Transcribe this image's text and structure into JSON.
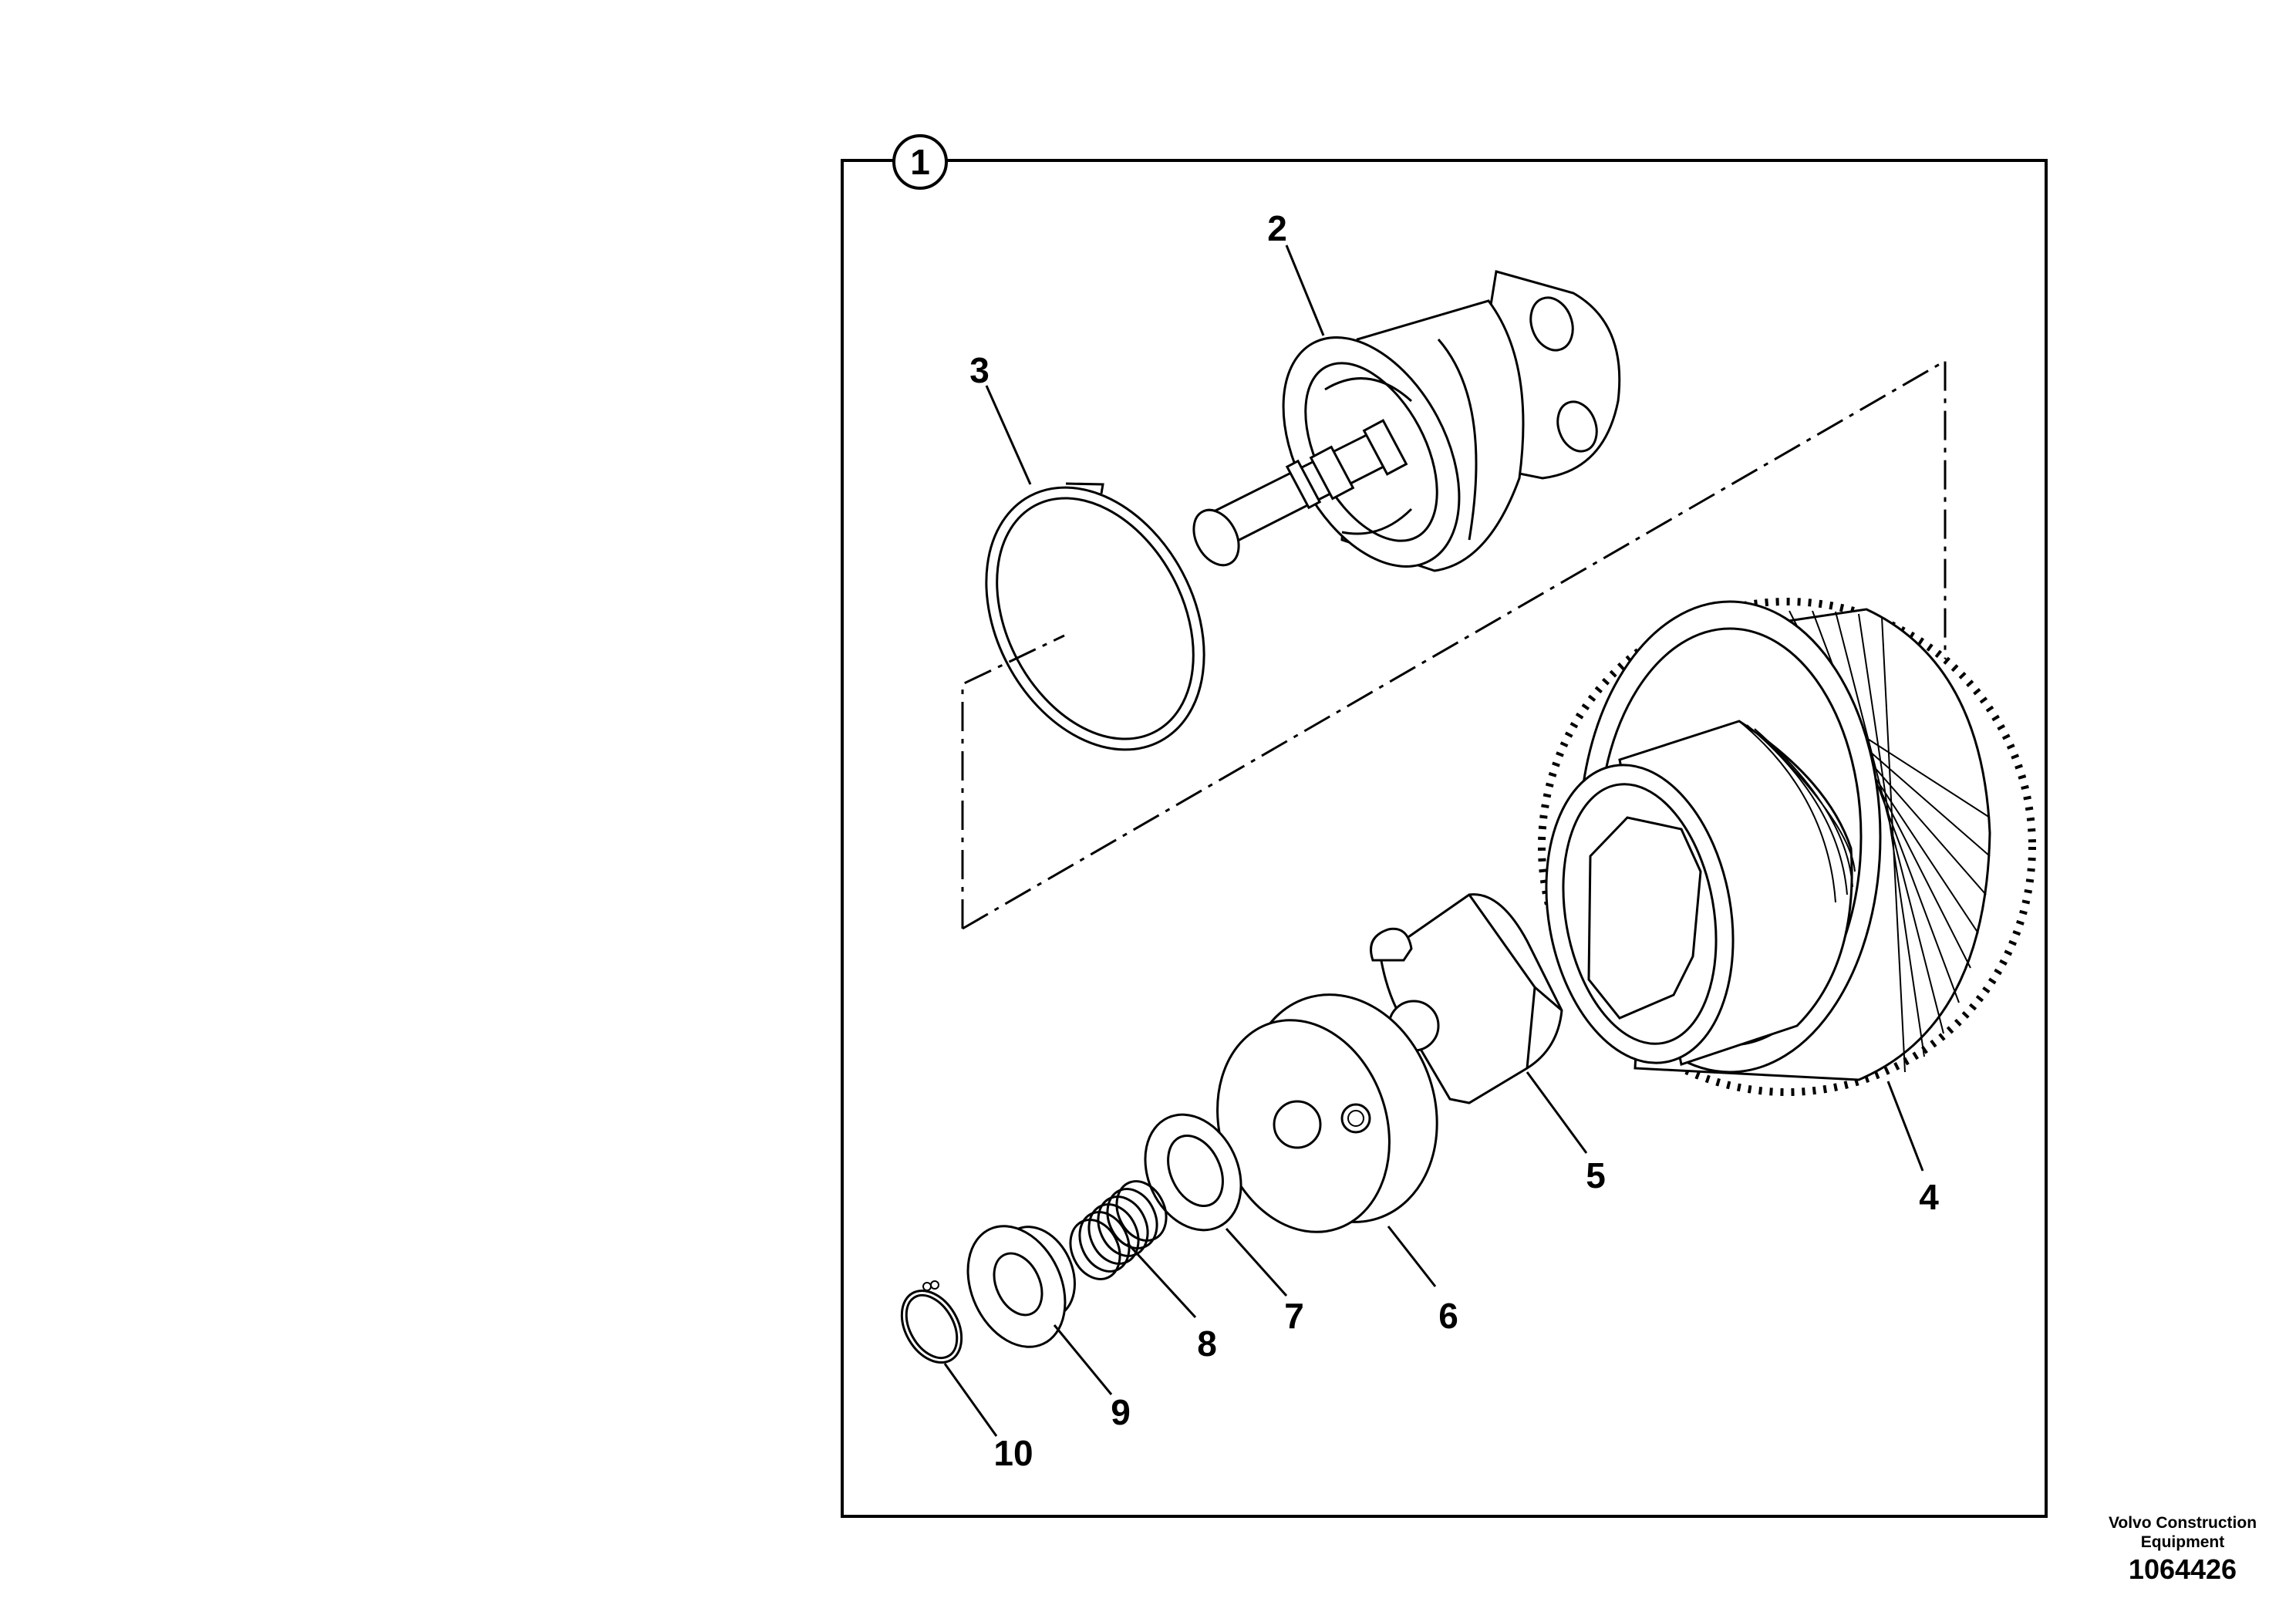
{
  "assembly_label": "1",
  "parts": [
    {
      "label": "2"
    },
    {
      "label": "3"
    },
    {
      "label": "4"
    },
    {
      "label": "5"
    },
    {
      "label": "6"
    },
    {
      "label": "7"
    },
    {
      "label": "8"
    },
    {
      "label": "9"
    },
    {
      "label": "10"
    }
  ],
  "footer": {
    "brand_line_1": "Volvo Construction",
    "brand_line_2": "Equipment",
    "document_number": "1064426"
  }
}
